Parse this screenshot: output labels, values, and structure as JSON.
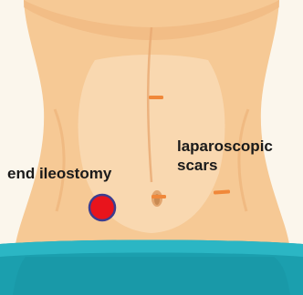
{
  "labels": {
    "stoma": "end ileostomy",
    "scars_line1": "laparoscopic",
    "scars_line2": "scars"
  },
  "colors": {
    "background": "#fbf6ec",
    "skin": "#f6c995",
    "skin_light": "#f9d9b2",
    "skin_shadow": "#eeb37a",
    "navel": "#e2a56e",
    "scar": "#f0883a",
    "stoma_fill": "#e8141c",
    "stoma_outline": "#3d3d8f",
    "garment": "#1b9fae",
    "garment_band": "#2bb6c4"
  },
  "icons": {
    "body": "abdomen-illustration",
    "stoma": "stoma-marker",
    "scar": "scar-mark"
  }
}
